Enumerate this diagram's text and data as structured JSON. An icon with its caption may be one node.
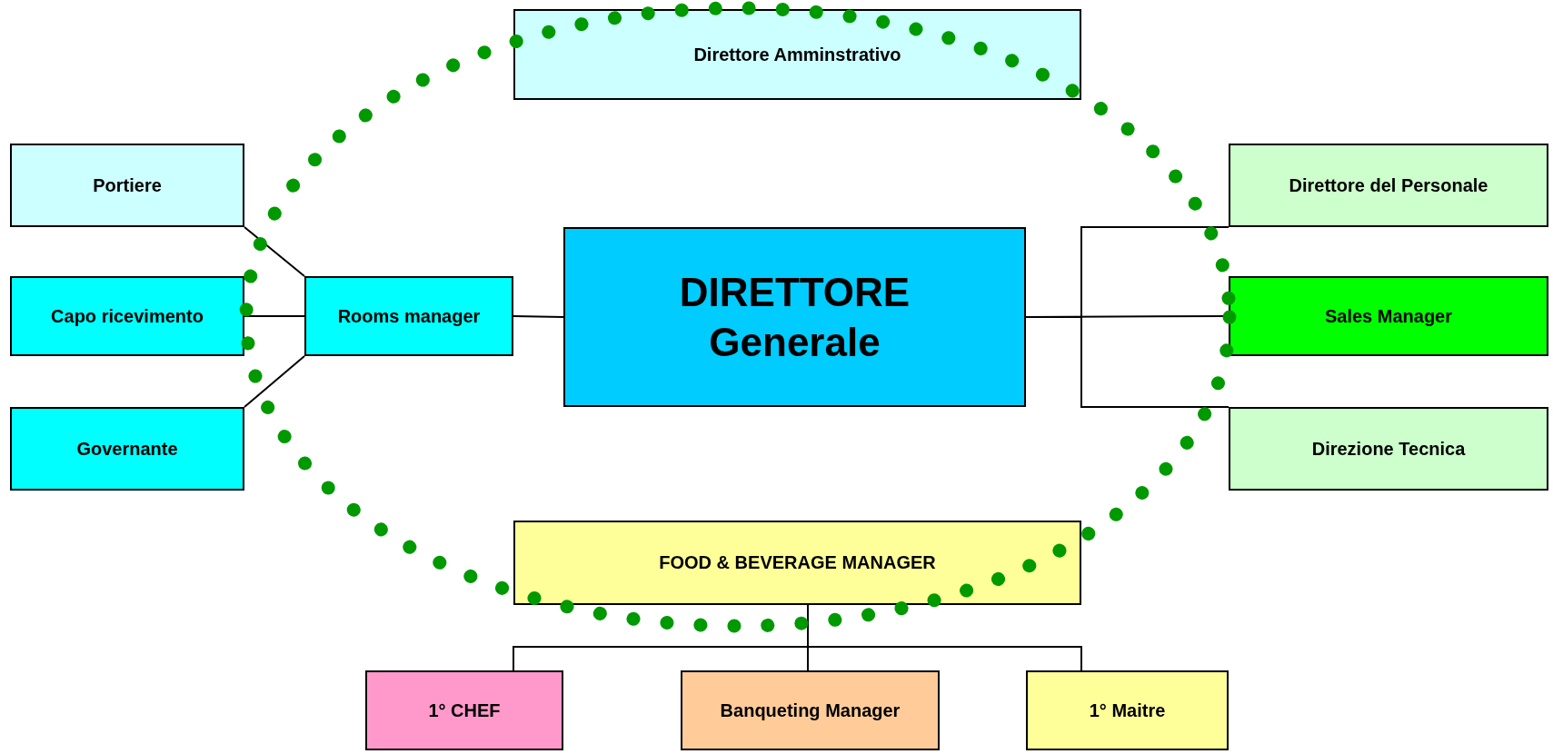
{
  "diagram": {
    "nodes": [
      {
        "text": [
          "DIRETTORE Generale"
        ]
      },
      {
        "text": [
          "Direttore Amminstrativo"
        ]
      },
      {
        "text": [
          "Portiere"
        ]
      },
      {
        "text": [
          "Capo ricevimento"
        ]
      },
      {
        "text": [
          "Governante"
        ]
      },
      {
        "text": [
          "Rooms manager"
        ]
      },
      {
        "text": [
          "Direttore del Personale"
        ]
      },
      {
        "text": [
          "Sales Manager"
        ]
      },
      {
        "text": [
          "Direzione Tecnica"
        ]
      },
      {
        "text": [
          "FOOD & BEVERAGE MANAGER"
        ]
      },
      {
        "text": [
          "1° CHEF"
        ]
      },
      {
        "text": [
          "Banqueting Manager"
        ]
      },
      {
        "text": [
          "1° Maitre"
        ]
      }
    ],
    "edges": [
      {
        "from": 0,
        "to": 5,
        "arrow": "none"
      },
      {
        "from": 5,
        "to": 2,
        "arrow": "none"
      },
      {
        "from": 5,
        "to": 3,
        "arrow": "none"
      },
      {
        "from": 5,
        "to": 4,
        "arrow": "none"
      },
      {
        "from": 0,
        "to": 6,
        "arrow": "none"
      },
      {
        "from": 0,
        "to": 7,
        "arrow": "none"
      },
      {
        "from": 0,
        "to": 8,
        "arrow": "none"
      },
      {
        "from": 9,
        "to": 10,
        "arrow": "none"
      },
      {
        "from": 9,
        "to": 11,
        "arrow": "none"
      },
      {
        "from": 9,
        "to": 12,
        "arrow": "none"
      }
    ]
  }
}
